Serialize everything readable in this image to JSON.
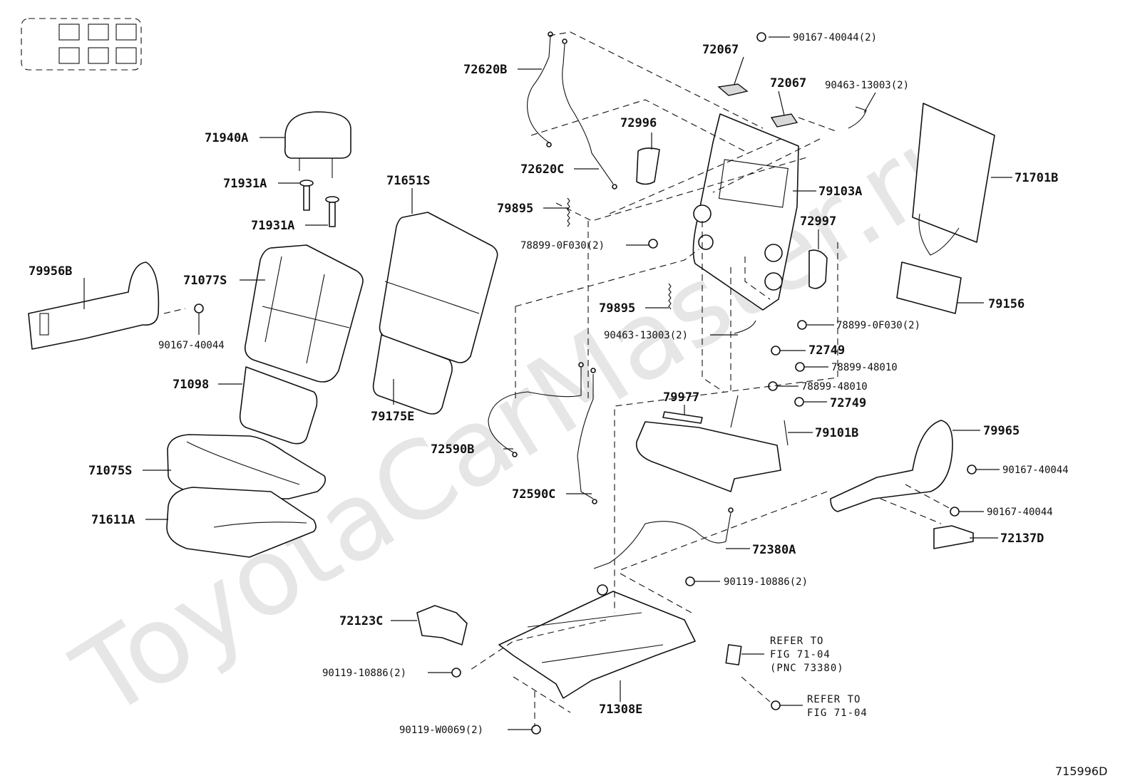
{
  "watermark": "ToyotaCarMaster.ru",
  "diagram_id": "715996D",
  "labels": {
    "l71940A": "71940A",
    "l71931A_1": "71931A",
    "l71931A_2": "71931A",
    "l71651S": "71651S",
    "l79956B": "79956B",
    "l71077S": "71077S",
    "l90167_40044_a": "90167-40044",
    "l71098": "71098",
    "l79175E": "79175E",
    "l71075S": "71075S",
    "l71611A": "71611A",
    "l72620B": "72620B",
    "l72620C": "72620C",
    "l72996": "72996",
    "l79895_1": "79895",
    "l79895_2": "79895",
    "l78899_0F030_a": "78899-0F030(2)",
    "l72067_1": "72067",
    "l72067_2": "72067",
    "l90167_40044_2": "90167-40044(2)",
    "l90463_13003_a": "90463-13003(2)",
    "l90463_13003_b": "90463-13003(2)",
    "l71701B": "71701B",
    "l79103A": "79103A",
    "l72997": "72997",
    "l79156": "79156",
    "l78899_0F030_b": "78899-0F030(2)",
    "l72749_1": "72749",
    "l72749_2": "72749",
    "l78899_48010_1": "78899-48010",
    "l78899_48010_2": "78899-48010",
    "l79977": "79977",
    "l79101B": "79101B",
    "l72590B": "72590B",
    "l72590C": "72590C",
    "l79965": "79965",
    "l90167_40044_b": "90167-40044",
    "l90167_40044_c": "90167-40044",
    "l72137D": "72137D",
    "l72380A": "72380A",
    "l90119_10886_a": "90119-10886(2)",
    "l90119_10886_b": "90119-10886(2)",
    "l72123C": "72123C",
    "l71308E": "71308E",
    "l90119_W0069": "90119-W0069(2)"
  },
  "references": {
    "ref1_line1": "REFER TO",
    "ref1_line2": "FIG 71-04",
    "ref1_line3": "(PNC 73380)",
    "ref2_line1": "REFER TO",
    "ref2_line2": "FIG 71-04"
  }
}
